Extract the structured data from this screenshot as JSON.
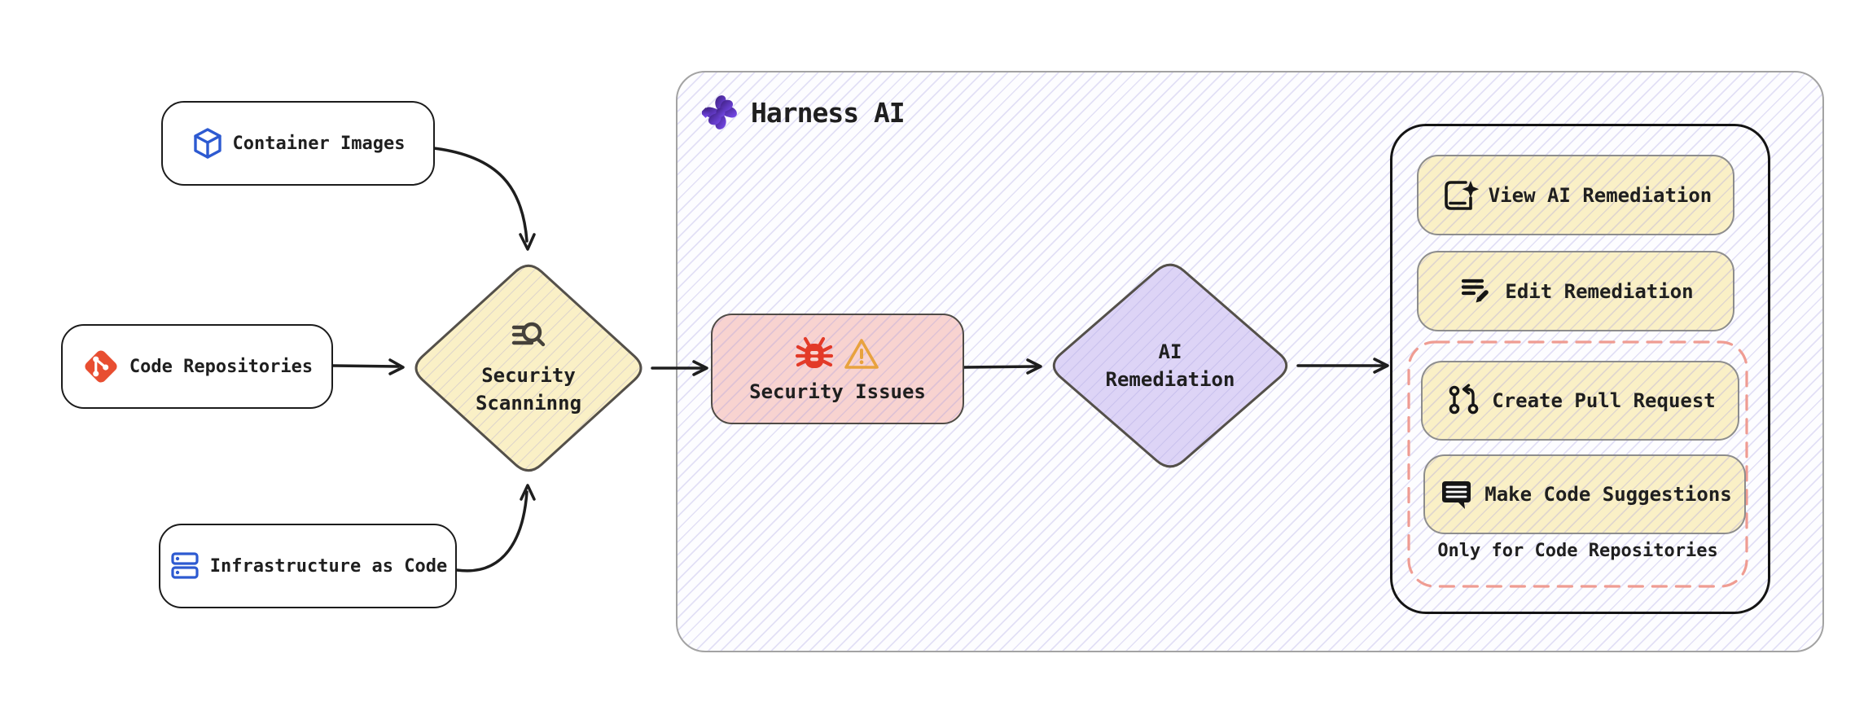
{
  "harness": {
    "title": "Harness AI",
    "icon": "harness-flower-icon"
  },
  "sources": [
    {
      "label": "Container Images",
      "icon": "cube-icon"
    },
    {
      "label": "Code Repositories",
      "icon": "git-icon"
    },
    {
      "label": "Infrastructure as Code",
      "icon": "server-stack-icon"
    }
  ],
  "scanning": {
    "line1": "Security",
    "line2": "Scanninng",
    "icon": "scan-search-icon"
  },
  "issues": {
    "label": "Security Issues",
    "icons": [
      "bug-icon",
      "warning-icon"
    ]
  },
  "remediation": {
    "line1": "AI",
    "line2": "Remediation"
  },
  "actions": [
    {
      "label": "View AI Remediation",
      "icon": "doc-sparkle-icon"
    },
    {
      "label": "Edit Remediation",
      "icon": "edit-list-icon"
    },
    {
      "label": "Create Pull Request",
      "icon": "pull-request-icon"
    },
    {
      "label": "Make Code Suggestions",
      "icon": "code-suggestion-icon"
    }
  ],
  "group_note": "Only for Code Repositories",
  "colors": {
    "node_yellow": "#faf0c6",
    "node_pink": "#f8d3d0",
    "node_lavender": "#ddd4f6",
    "dashed_red": "#ef9c92",
    "diamond_border": "#54504a",
    "panel_border": "#141414",
    "container_border": "#a3a3a3",
    "hatch_lavender": "#a49be0",
    "icon_blue": "#2d5ad1",
    "git_orange": "#e84e31",
    "bug_red": "#e33a28",
    "warning_orange": "#e8a23e",
    "harness_purple_dark": "#3a1d7a",
    "harness_purple_light": "#7c4df5",
    "ink": "#1f1f1f"
  }
}
